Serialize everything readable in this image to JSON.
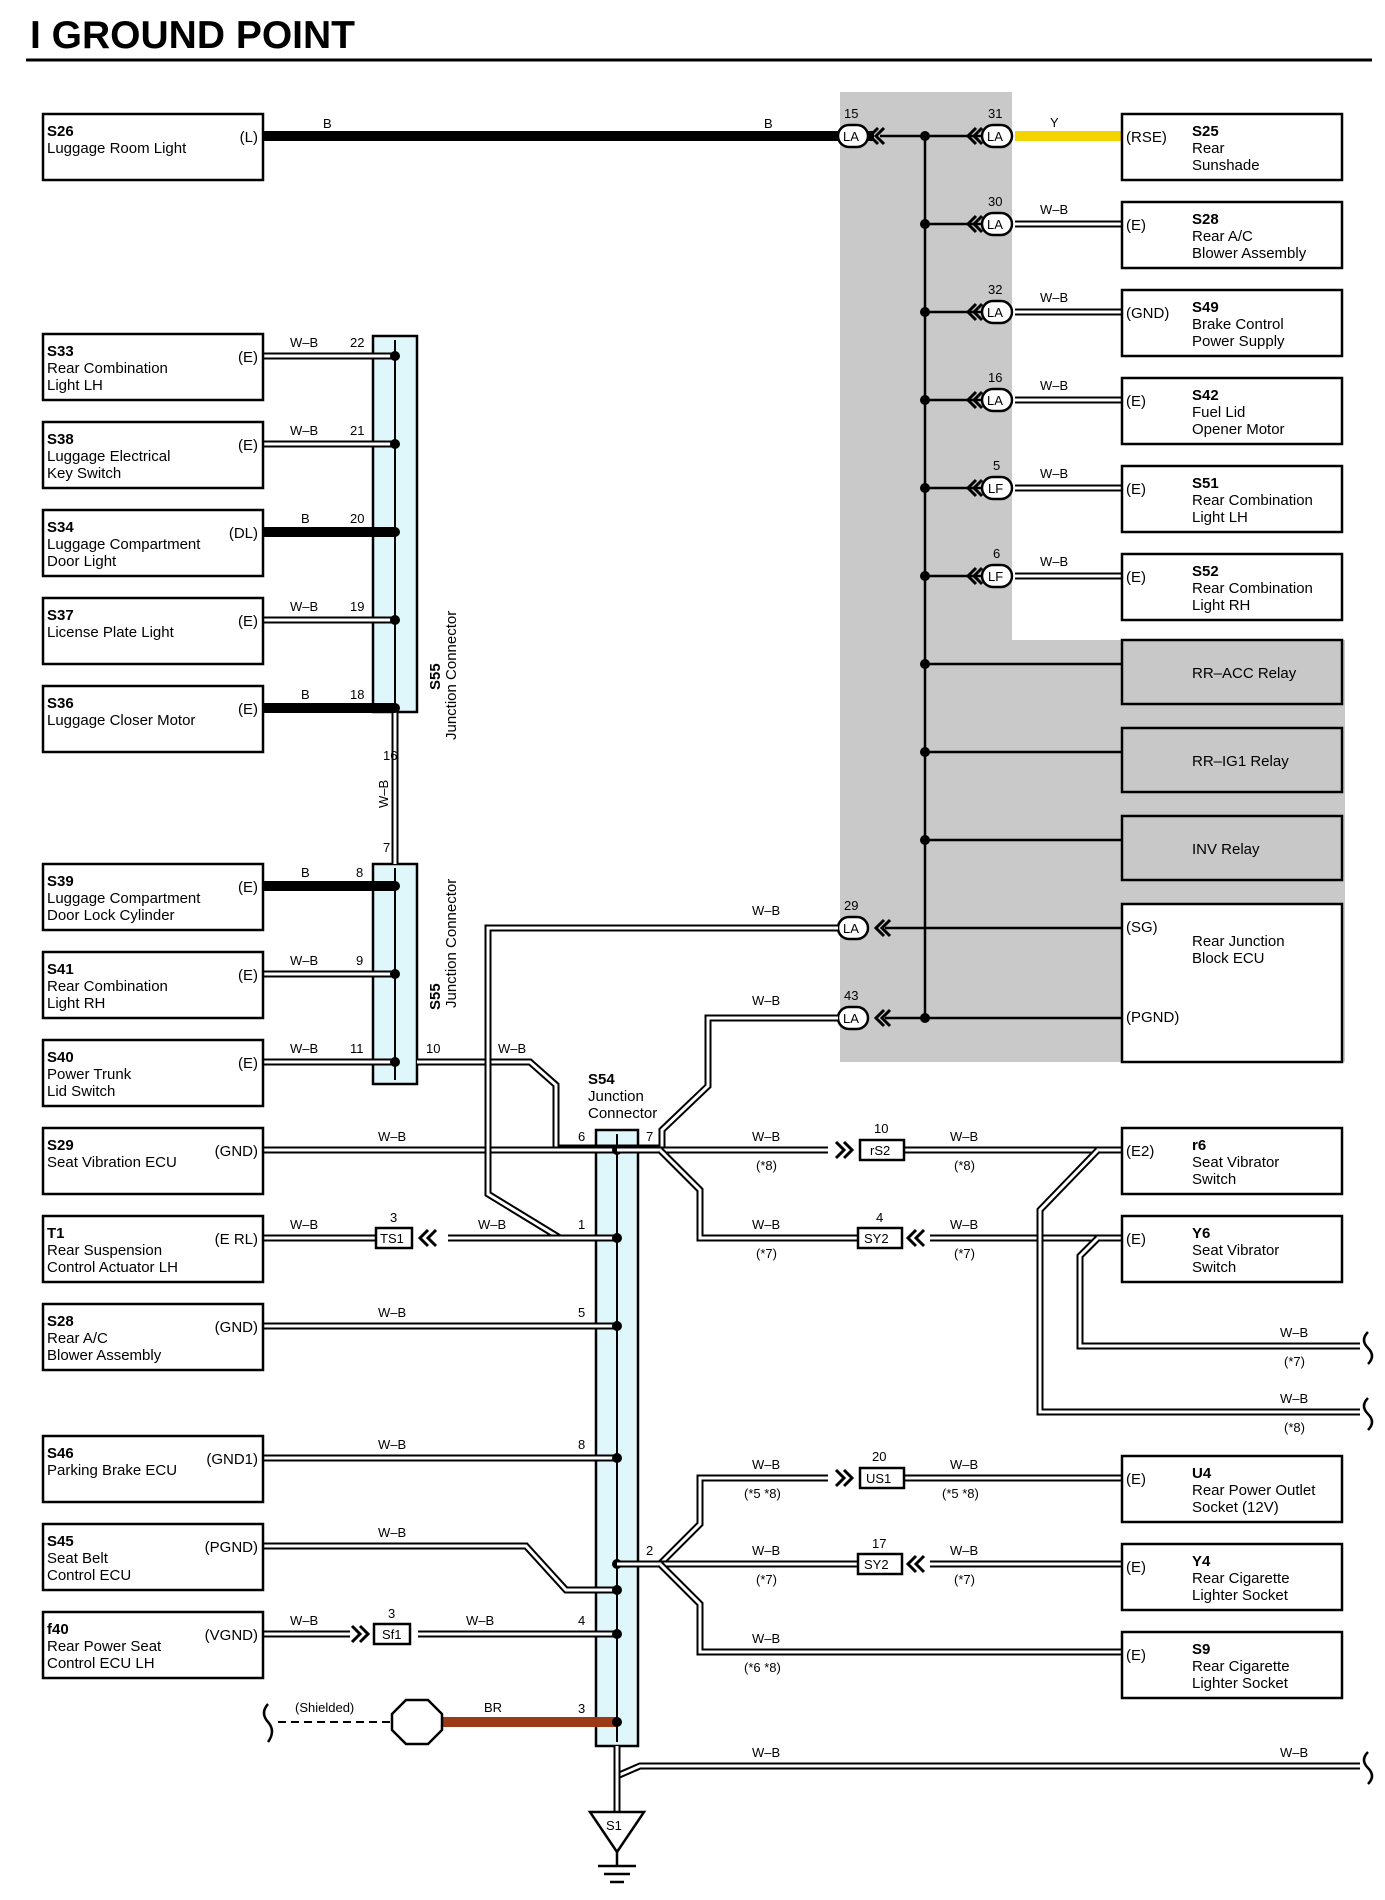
{
  "title": "I   GROUND POINT",
  "wire_colors": {
    "black": "#000000",
    "yellow": "#f3d300",
    "brown": "#9b3a16",
    "shade": "#c9c9c9",
    "connector": "#dff6fb"
  },
  "left_components": [
    {
      "code": "S26",
      "name1": "Luggage Room Light",
      "name2": "",
      "name3": "",
      "term": "(L)"
    },
    {
      "code": "S33",
      "name1": "Rear Combination",
      "name2": "Light LH",
      "name3": "",
      "term": "(E)"
    },
    {
      "code": "S38",
      "name1": "Luggage Electrical",
      "name2": "Key Switch",
      "name3": "",
      "term": "(E)"
    },
    {
      "code": "S34",
      "name1": "Luggage Compartment",
      "name2": "Door Light",
      "name3": "",
      "term": "(DL)"
    },
    {
      "code": "S37",
      "name1": "License Plate Light",
      "name2": "",
      "name3": "",
      "term": "(E)"
    },
    {
      "code": "S36",
      "name1": "Luggage Closer Motor",
      "name2": "",
      "name3": "",
      "term": "(E)"
    },
    {
      "code": "S39",
      "name1": "Luggage Compartment",
      "name2": "Door Lock Cylinder",
      "name3": "",
      "term": "(E)"
    },
    {
      "code": "S41",
      "name1": "Rear Combination",
      "name2": "Light RH",
      "name3": "",
      "term": "(E)"
    },
    {
      "code": "S40",
      "name1": "Power Trunk",
      "name2": "Lid Switch",
      "name3": "",
      "term": "(E)"
    },
    {
      "code": "S29",
      "name1": "Seat Vibration ECU",
      "name2": "",
      "name3": "",
      "term": "(GND)"
    },
    {
      "code": "T1",
      "name1": "Rear Suspension",
      "name2": "Control Actuator LH",
      "name3": "",
      "term": "(E RL)"
    },
    {
      "code": "S28",
      "name1": "Rear A/C",
      "name2": "Blower Assembly",
      "name3": "",
      "term": "(GND)"
    },
    {
      "code": "S46",
      "name1": "Parking Brake ECU",
      "name2": "",
      "name3": "",
      "term": "(GND1)"
    },
    {
      "code": "S45",
      "name1": "Seat Belt",
      "name2": "Control ECU",
      "name3": "",
      "term": "(PGND)"
    },
    {
      "code": "f40",
      "name1": "Rear Power Seat",
      "name2": "Control ECU LH",
      "name3": "",
      "term": "(VGND)"
    }
  ],
  "right_components": [
    {
      "code": "S25",
      "name1": "Rear",
      "name2": "Sunshade",
      "term": "(RSE)"
    },
    {
      "code": "S28",
      "name1": "Rear A/C",
      "name2": "Blower Assembly",
      "term": "(E)"
    },
    {
      "code": "S49",
      "name1": "Brake Control",
      "name2": "Power Supply",
      "term": "(GND)"
    },
    {
      "code": "S42",
      "name1": "Fuel Lid",
      "name2": "Opener Motor",
      "term": "(E)"
    },
    {
      "code": "S51",
      "name1": "Rear Combination",
      "name2": "Light LH",
      "term": "(E)"
    },
    {
      "code": "S52",
      "name1": "Rear Combination",
      "name2": "Light RH",
      "term": "(E)"
    },
    {
      "code": "r6",
      "name1": "Seat Vibrator",
      "name2": "Switch",
      "term": "(E2)"
    },
    {
      "code": "Y6",
      "name1": "Seat Vibrator",
      "name2": "Switch",
      "term": "(E)"
    },
    {
      "code": "U4",
      "name1": "Rear Power Outlet",
      "name2": "Socket (12V)",
      "term": "(E)"
    },
    {
      "code": "Y4",
      "name1": "Rear Cigarette",
      "name2": "Lighter Socket",
      "term": "(E)"
    },
    {
      "code": "S9",
      "name1": "Rear Cigarette",
      "name2": "Lighter Socket",
      "term": "(E)"
    }
  ],
  "relays": [
    "RR–ACC Relay",
    "RR–IG1 Relay",
    "INV Relay"
  ],
  "ecu": {
    "name1": "Rear Junction",
    "name2": "Block ECU",
    "term1": "(SG)",
    "term2": "(PGND)"
  },
  "jc_label": "S55",
  "jc_text": "Junction Connector",
  "s54": {
    "code": "S54",
    "line1": "Junction",
    "line2": "Connector"
  },
  "ground": "S1",
  "shielded": "(Shielded)",
  "colors": {
    "B": "B",
    "WB": "W–B",
    "Y": "Y",
    "BR": "BR"
  },
  "pins": {
    "la15": "15",
    "la31": "31",
    "la30": "30",
    "la32": "32",
    "la16": "16",
    "lf5": "5",
    "lf6": "6",
    "la29": "29",
    "la43": "43",
    "p22": "22",
    "p21": "21",
    "p20": "20",
    "p19": "19",
    "p18": "18",
    "p16": "16",
    "p7": "7",
    "p8": "8",
    "p9": "9",
    "p11": "11",
    "p10": "10",
    "s6": "6",
    "s7": "7",
    "s1": "1",
    "s5": "5",
    "s8": "8",
    "s4": "4",
    "s3": "3",
    "s2": "2",
    "rs2": "10",
    "sy2a": "4",
    "ts1": "3",
    "us1": "20",
    "sy2b": "17",
    "sf1": "3"
  },
  "conn": {
    "LA": "LA",
    "LF": "LF",
    "rS2": "rS2",
    "SY2": "SY2",
    "TS1": "TS1",
    "US1": "US1",
    "Sf1": "Sf1"
  },
  "notes": {
    "n8": "(*8)",
    "n7": "(*7)",
    "n58": "(*5 *8)",
    "n68": "(*6 *8)"
  }
}
